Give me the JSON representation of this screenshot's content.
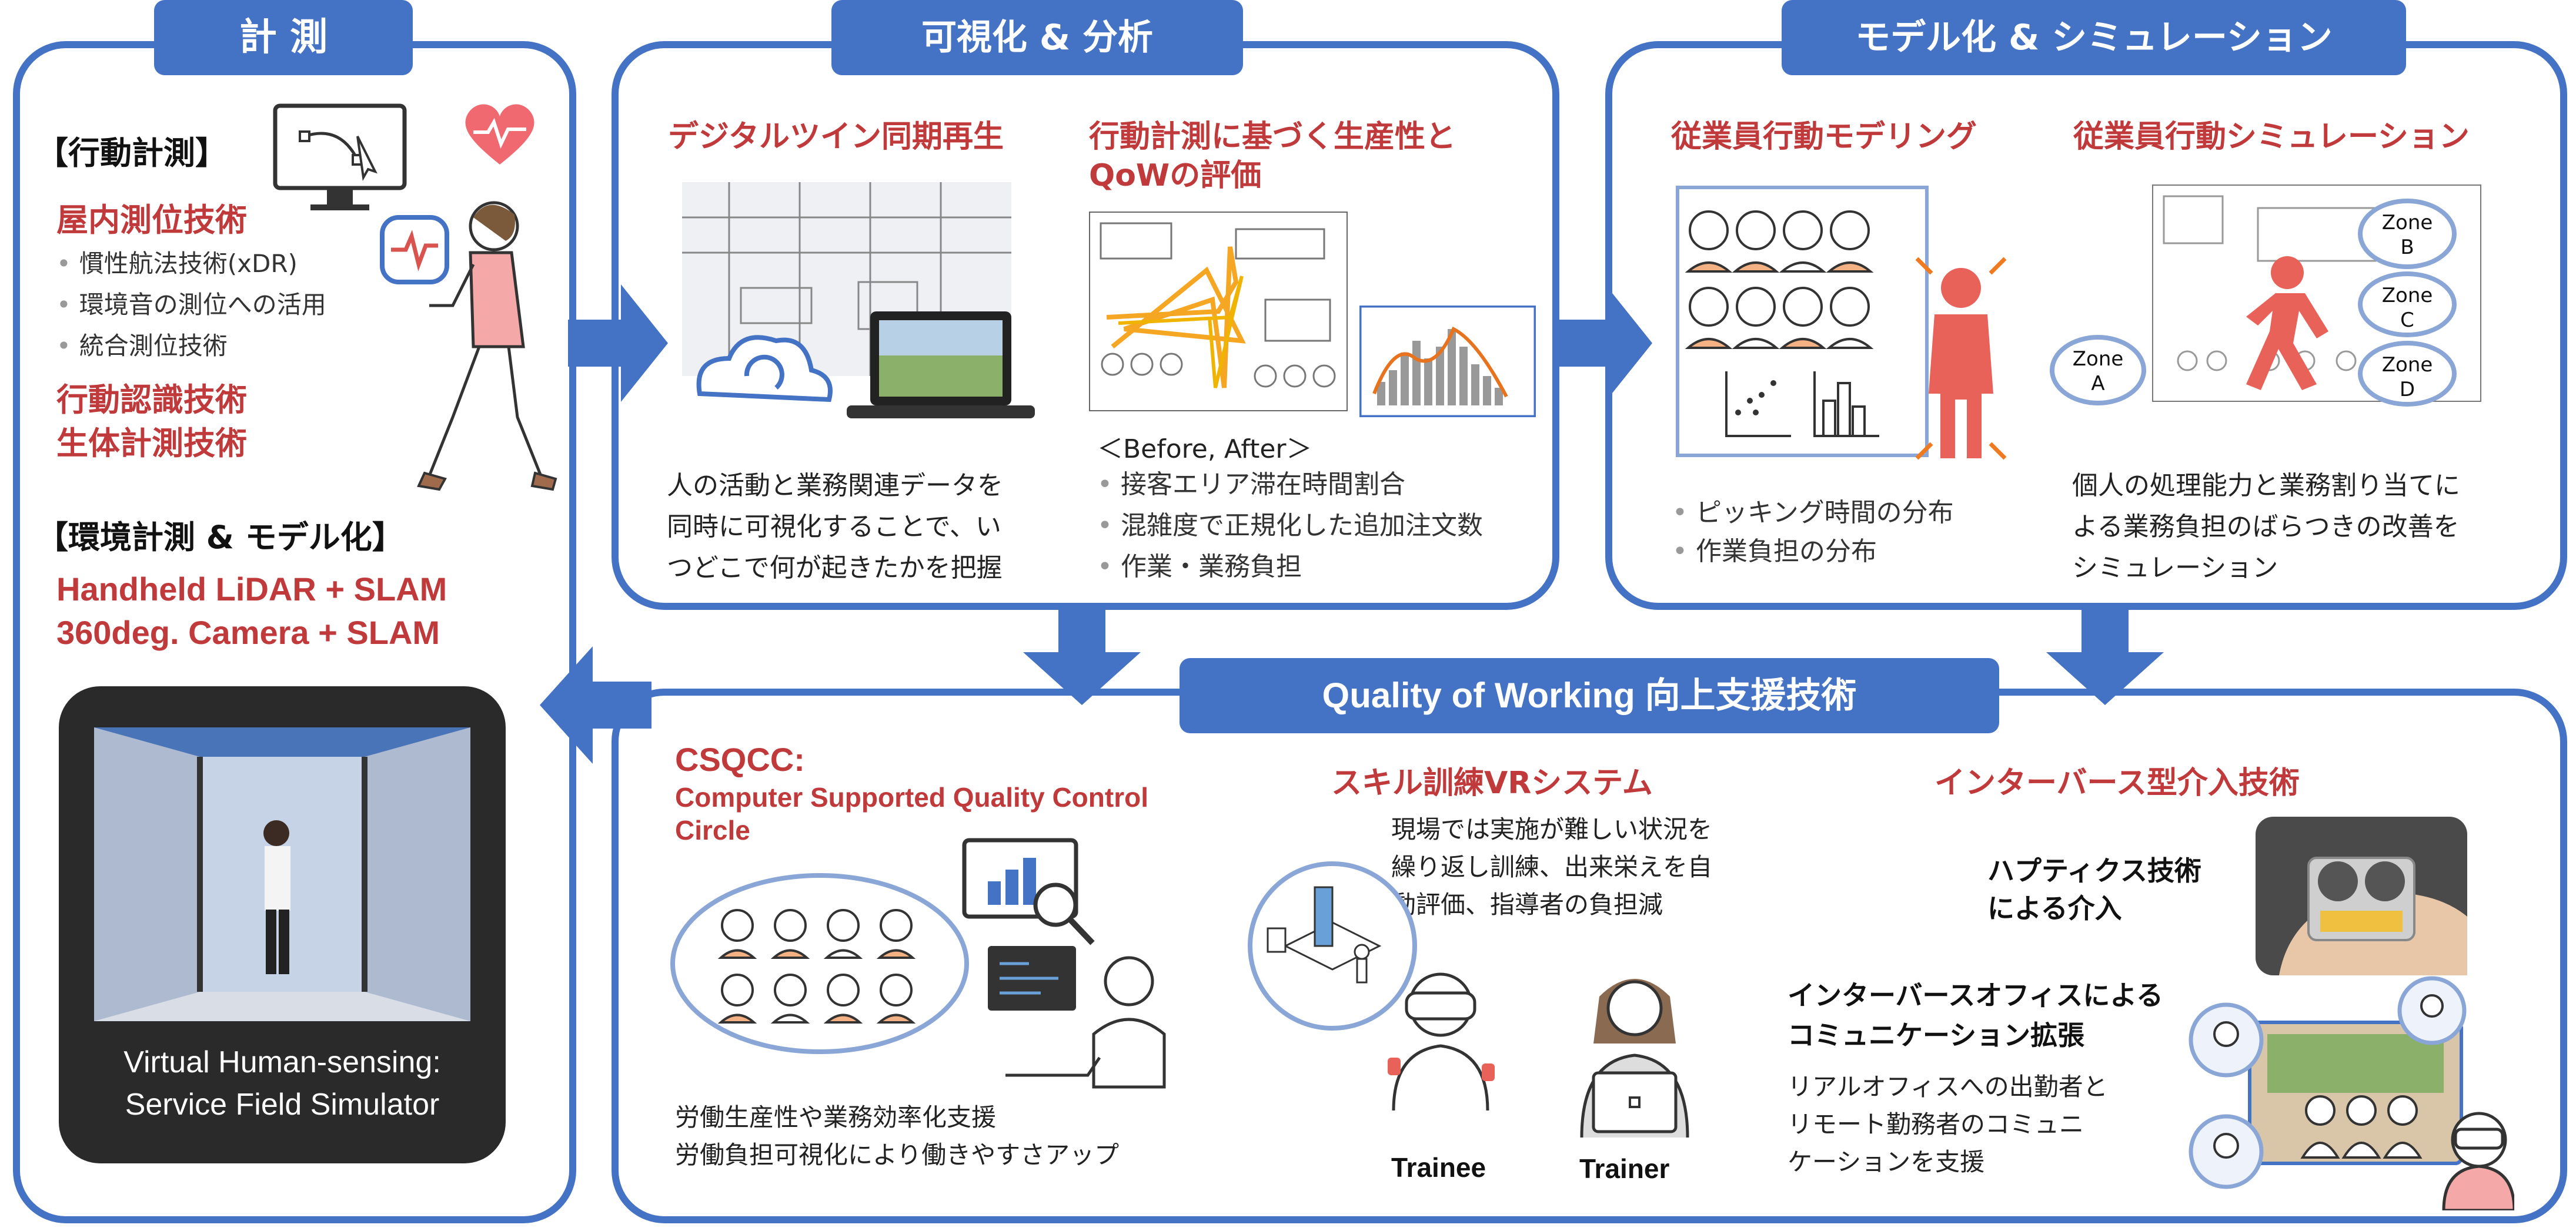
{
  "measurement": {
    "tab": "計 測",
    "behavior_heading": "【行動計測】",
    "indoor_positioning": "屋内測位技術",
    "bullets": [
      "慣性航法技術(xDR)",
      "環境音の測位への活用",
      "統合測位技術"
    ],
    "recognition_1": "行動認識技術",
    "recognition_2": "生体計測技術",
    "env_heading": "【環境計測 & モデル化】",
    "lidar": "Handheld LiDAR + SLAM",
    "camera": "360deg. Camera + SLAM",
    "sim_caption_1": "Virtual Human-sensing:",
    "sim_caption_2": "Service Field Simulator"
  },
  "visualization": {
    "tab": "可視化 & 分析",
    "twin_title": "デジタルツイン同期再生",
    "twin_desc": [
      "人の活動と業務関連データを",
      "同時に可視化することで、い",
      "つどこで何が起きたかを把握"
    ],
    "eval_title_1": "行動計測に基づく生産性と",
    "eval_title_2": "QoWの評価",
    "before_after": "＜Before, After＞",
    "eval_bullets": [
      "接客エリア滞在時間割合",
      "混雑度で正規化した追加注文数",
      "作業・業務負担"
    ]
  },
  "modeling": {
    "tab": "モデル化 & シミュレーション",
    "model_title": "従業員行動モデリング",
    "model_bullets": [
      "ピッキング時間の分布",
      "作業負担の分布"
    ],
    "sim_title": "従業員行動シミュレーション",
    "zones": [
      "Zone\nA",
      "Zone\nB",
      "Zone\nC",
      "Zone\nD"
    ],
    "sim_desc": [
      "個人の処理能力と業務割り当てに",
      "よる業務負担のばらつきの改善を",
      "シミュレーション"
    ]
  },
  "qow": {
    "tab": "Quality of Working 向上支援技術",
    "csqcc_title": "CSQCC:",
    "csqcc_sub_1": "Computer Supported Quality Control",
    "csqcc_sub_2": "Circle",
    "csqcc_desc": [
      "労働生産性や業務効率化支援",
      "労働負担可視化により働きやすさアップ"
    ],
    "vr_title": "スキル訓練VRシステム",
    "vr_desc": [
      "現場では実施が難しい状況を",
      "繰り返し訓練、出来栄えを自",
      "動評価、指導者の負担減"
    ],
    "trainee": "Trainee",
    "trainer": "Trainer",
    "interverse_title": "インターバース型介入技術",
    "haptics_1": "ハプティクス技術",
    "haptics_2": "による介入",
    "office_1": "インターバースオフィスによる",
    "office_2": "コミュニケーション拡張",
    "office_desc": [
      "リアルオフィスへの出勤者と",
      "リモート勤務者のコミュニ",
      "ケーションを支援"
    ]
  },
  "colors": {
    "accent": "#4472c4",
    "heading_red": "#c0393b",
    "orange": "#f4b183"
  }
}
